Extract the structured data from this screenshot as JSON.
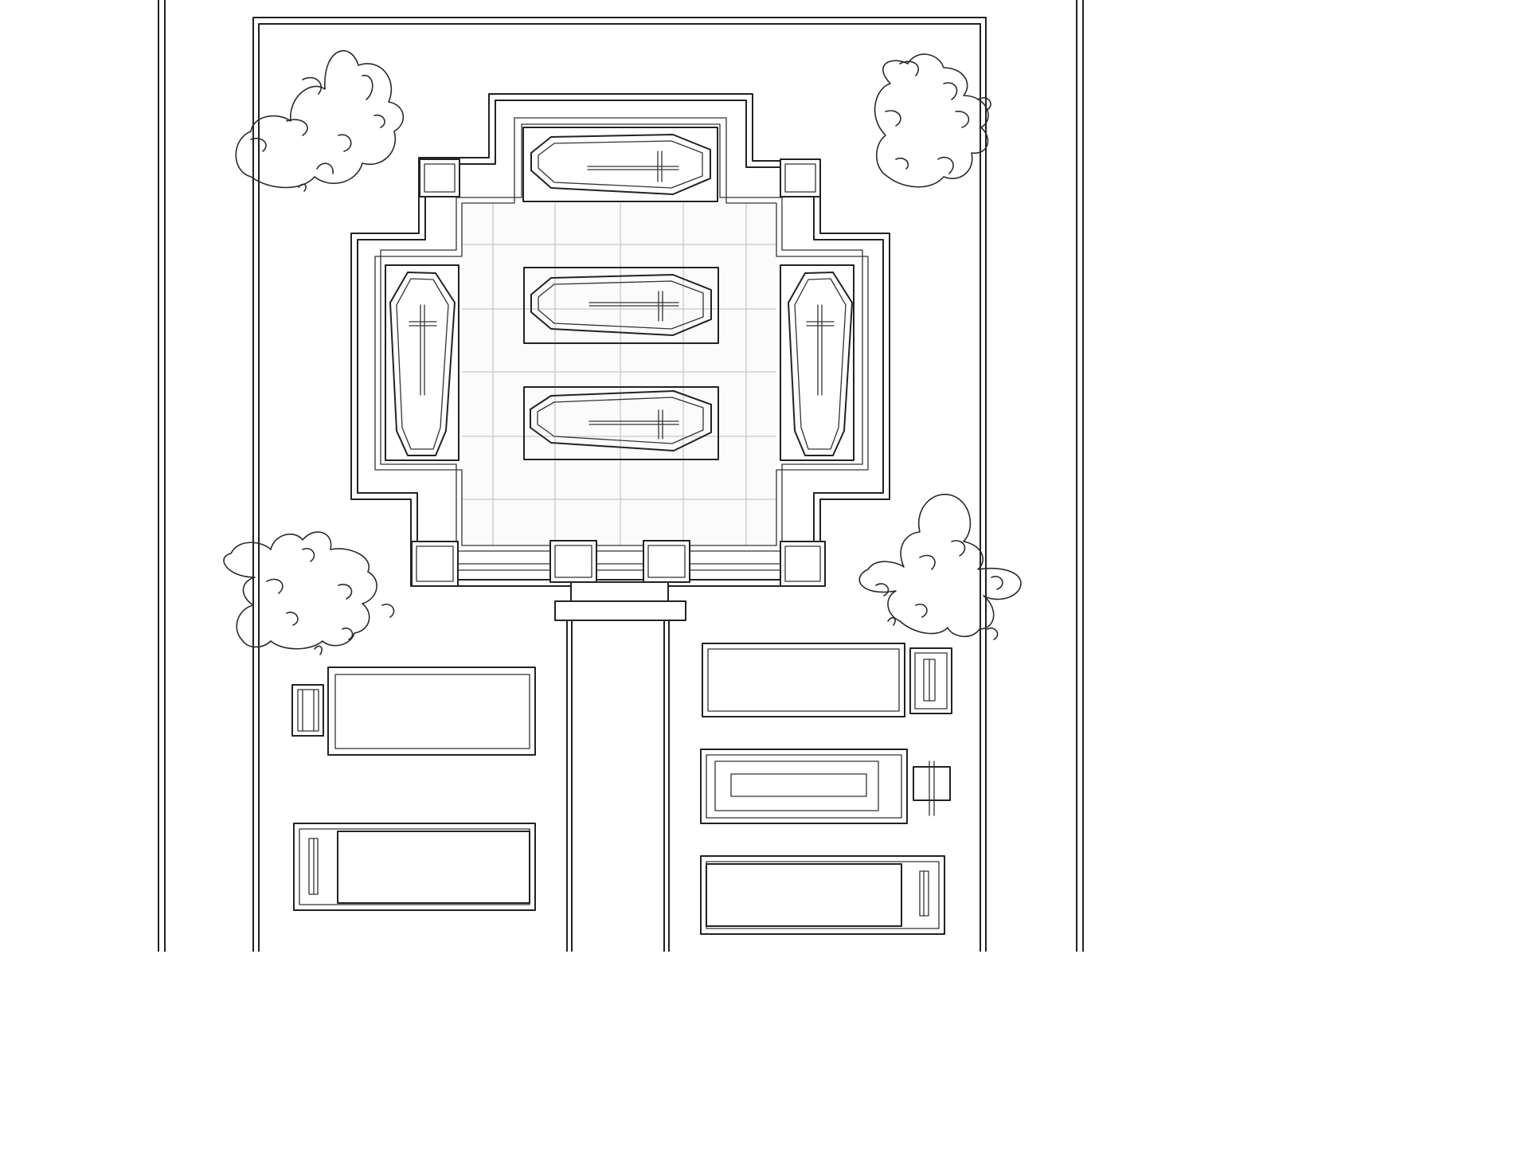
{
  "map": {
    "style": "hand-drawn line art, black ink on white",
    "colors": {
      "ink": "#222222",
      "grid": "#c8c8c8",
      "paper": "#ffffff"
    },
    "crypt": {
      "caskets": [
        {
          "id": "north",
          "orientation": "horizontal",
          "cross": true
        },
        {
          "id": "center-upper",
          "orientation": "horizontal",
          "cross": true
        },
        {
          "id": "center-lower",
          "orientation": "horizontal",
          "cross": true
        },
        {
          "id": "west",
          "orientation": "vertical",
          "cross": true
        },
        {
          "id": "east",
          "orientation": "vertical",
          "cross": true
        }
      ]
    },
    "graves": [
      {
        "id": "west-1",
        "headstone": "west"
      },
      {
        "id": "west-2",
        "headstone": "inside-west"
      },
      {
        "id": "east-1",
        "headstone": "east"
      },
      {
        "id": "east-2",
        "headstone": "east",
        "inner_slab": true
      },
      {
        "id": "east-3",
        "headstone": "inside-east"
      }
    ],
    "shrubs": [
      "top-left",
      "top-right",
      "bottom-left",
      "bottom-right"
    ]
  }
}
